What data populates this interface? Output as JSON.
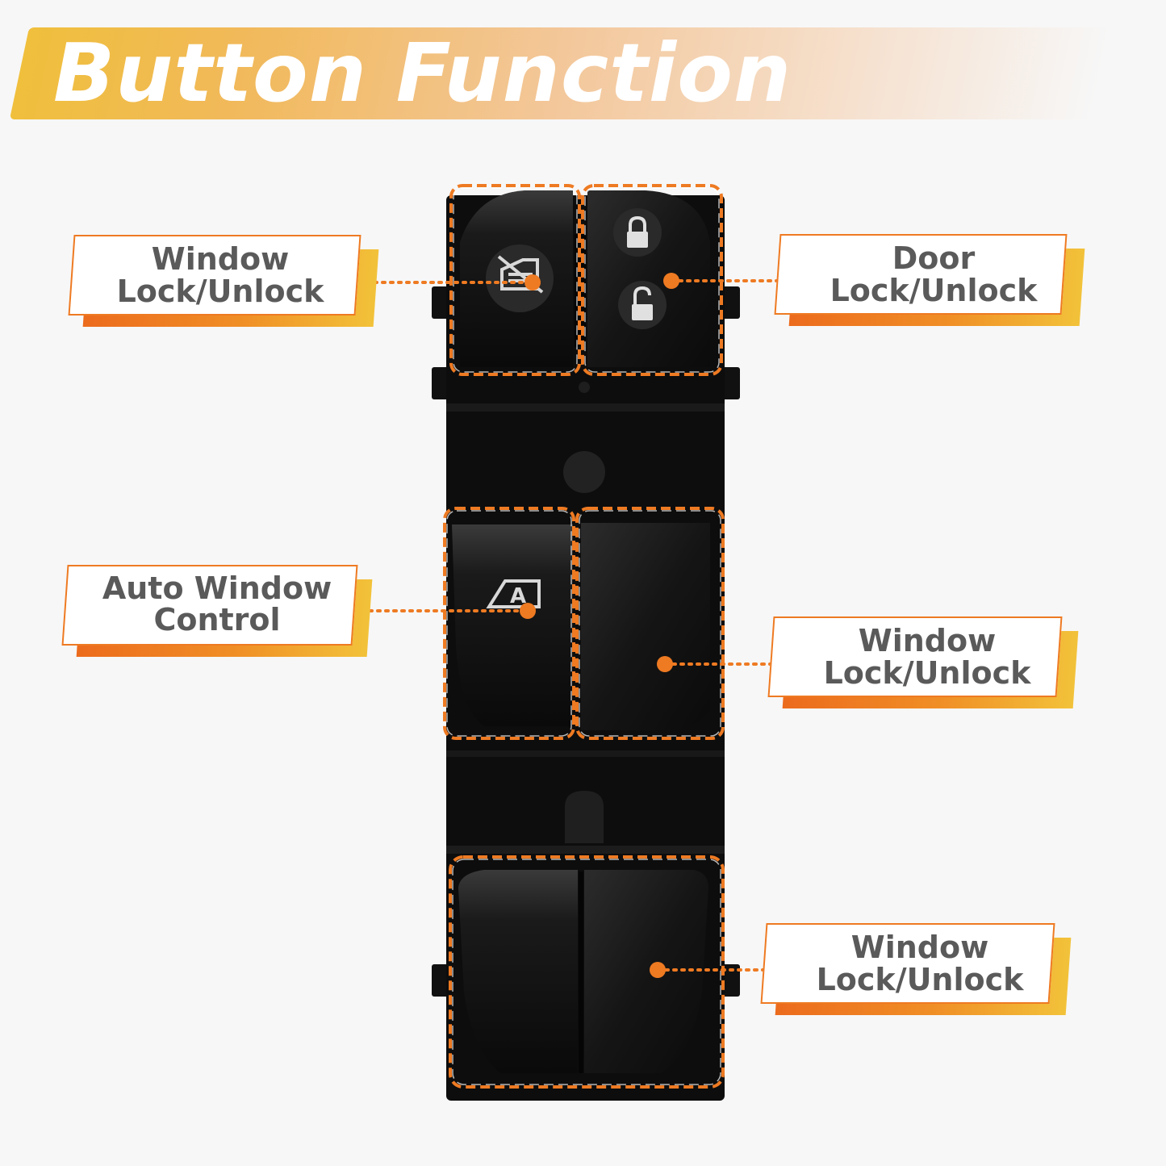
{
  "header": {
    "title": "Button Function"
  },
  "labels": {
    "window_lock_top": {
      "line1": "Window",
      "line2": "Lock/Unlock"
    },
    "door_lock": {
      "line1": "Door",
      "line2": "Lock/Unlock"
    },
    "auto_window": {
      "line1": "Auto Window",
      "line2": "Control"
    },
    "window_lock_mid": {
      "line1": "Window",
      "line2": "Lock/Unlock"
    },
    "window_lock_bottom": {
      "line1": "Window",
      "line2": "Lock/Unlock"
    }
  },
  "colors": {
    "accent": "#ee7a22",
    "accent_yellow": "#f2c23a",
    "label_text": "#5a5a5a",
    "panel": "#0d0d0d",
    "background": "#f7f7f7"
  },
  "icons": [
    "window-lock-icon",
    "lock-closed-icon",
    "lock-open-icon",
    "auto-window-icon"
  ]
}
